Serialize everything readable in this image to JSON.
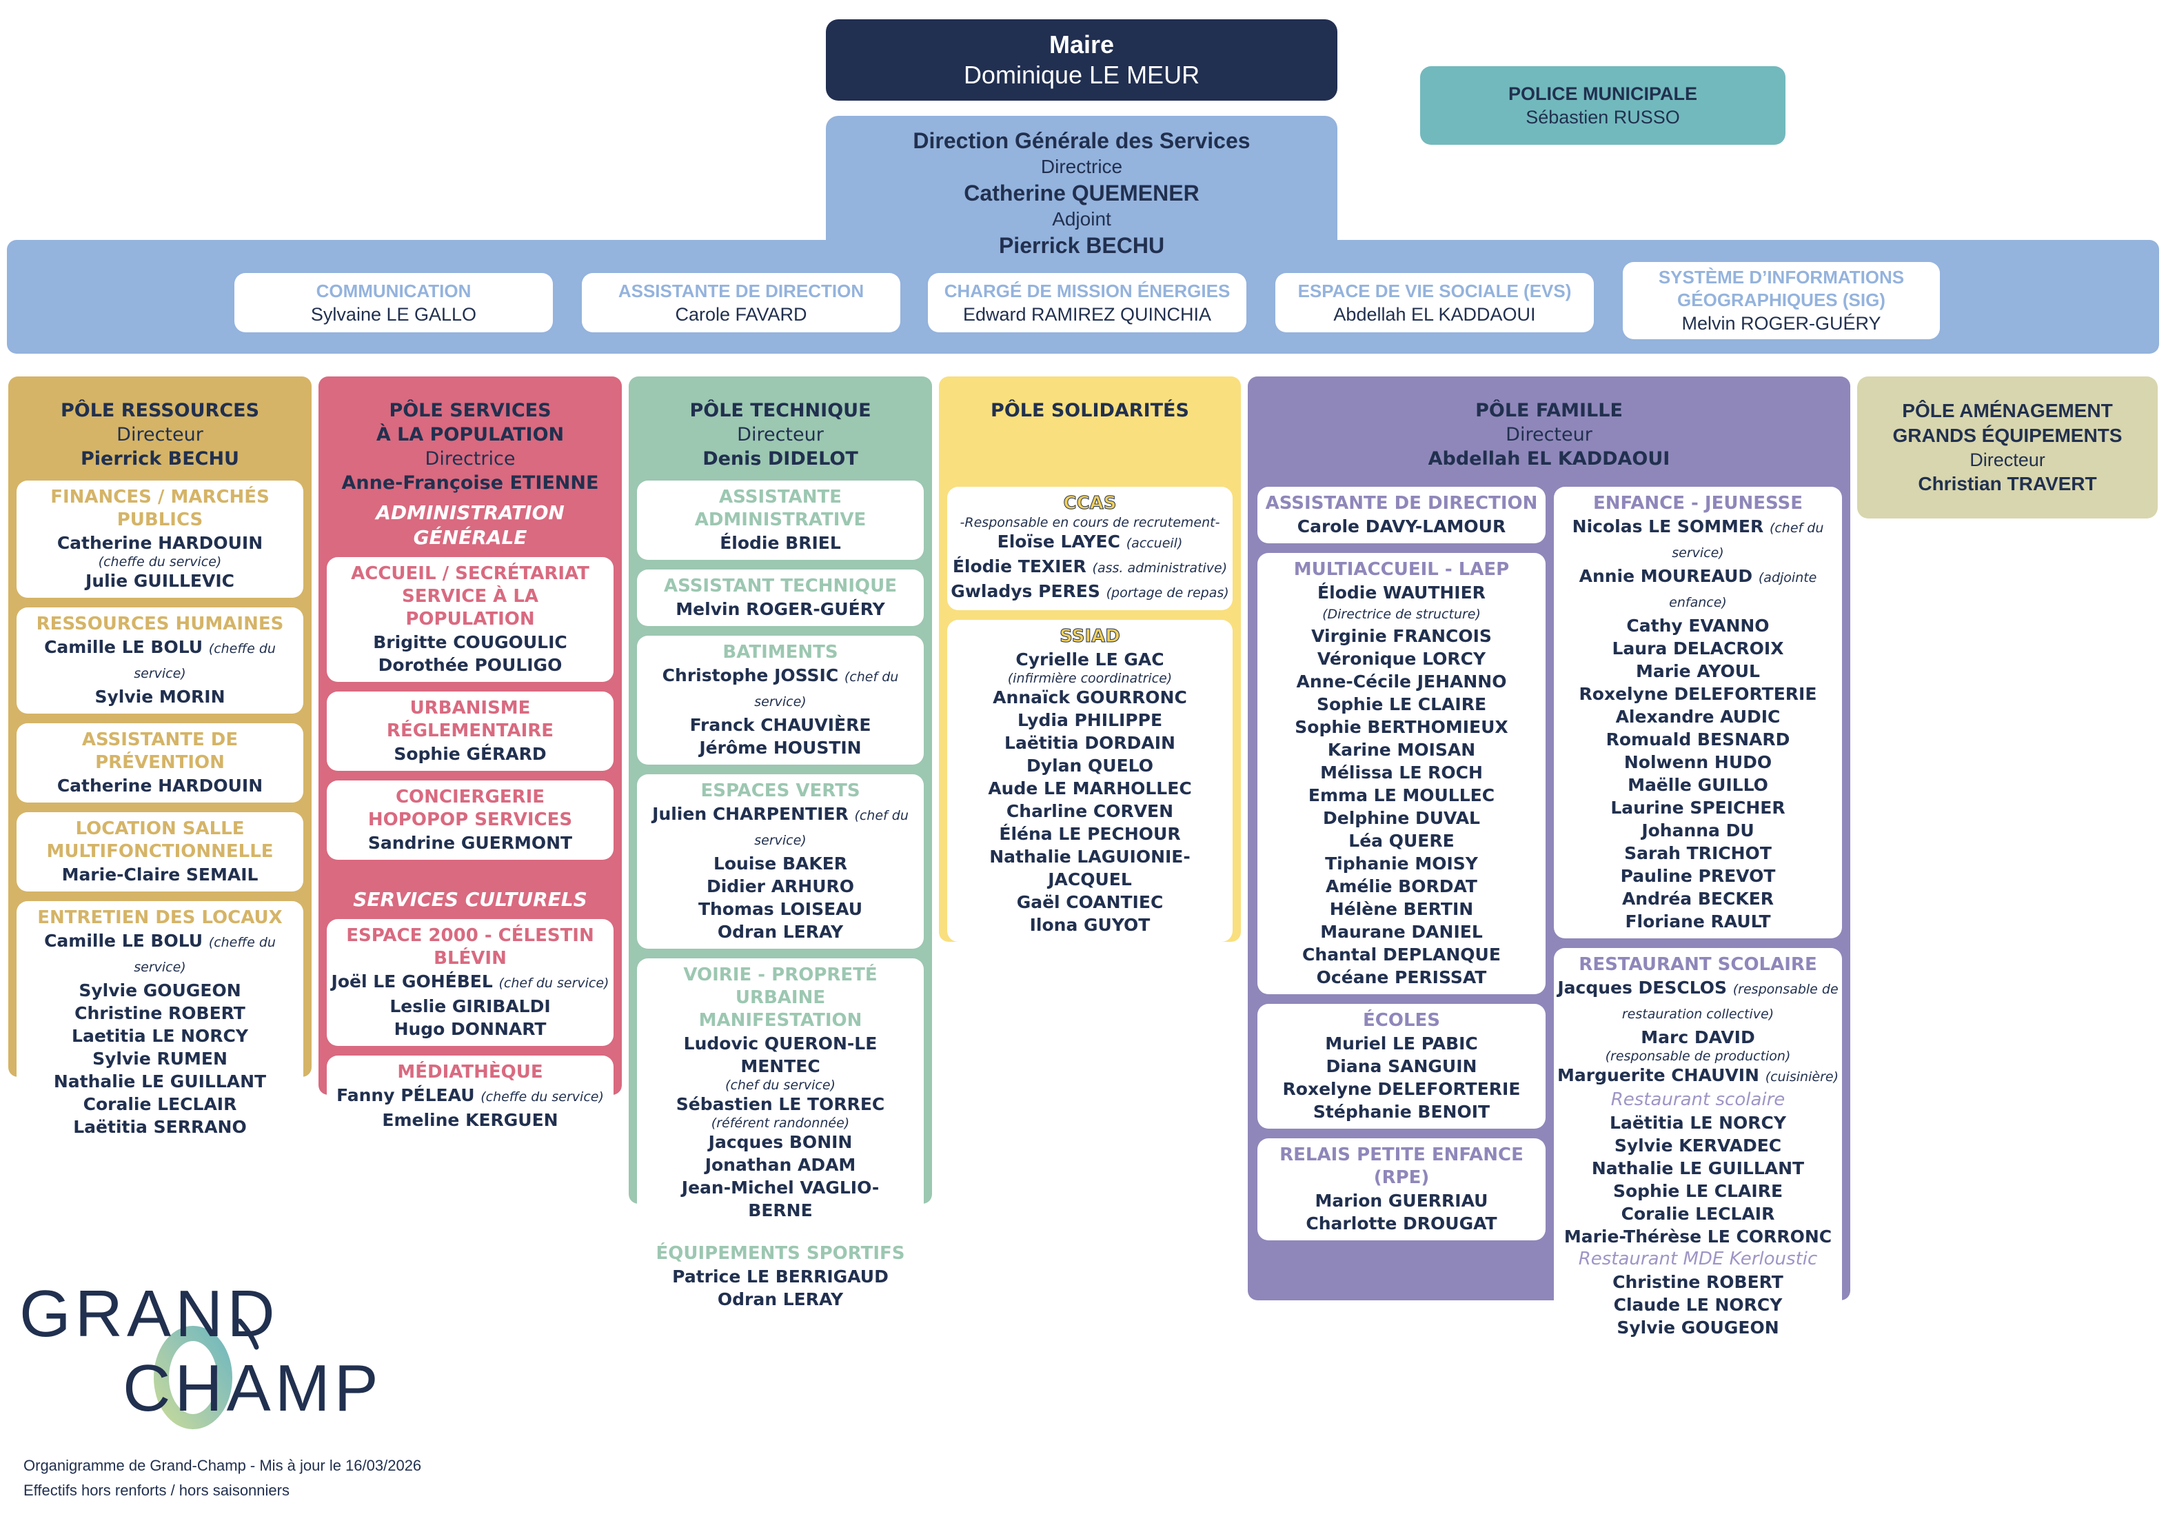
{
  "maire": {
    "title": "Maire",
    "name": "Dominique LE MEUR"
  },
  "police": {
    "title": "POLICE MUNICIPALE",
    "name": "Sébastien RUSSO"
  },
  "dgs": {
    "title": "Direction Générale des Services",
    "role1": "Directrice",
    "name1": "Catherine QUEMENER",
    "role2": "Adjoint",
    "name2": "Pierrick BECHU",
    "cards": [
      {
        "title": "COMMUNICATION",
        "name": "Sylvaine LE GALLO"
      },
      {
        "title": "ASSISTANTE DE DIRECTION",
        "name": "Carole FAVARD"
      },
      {
        "title": "CHARGÉ DE MISSION ÉNERGIES",
        "name": "Edward RAMIREZ QUINCHIA"
      },
      {
        "title": "ESPACE DE VIE SOCIALE (EVS)",
        "name": "Abdellah EL KADDAOUI"
      },
      {
        "title": "SYSTÈME D’INFORMATIONS GÉOGRAPHIQUES (SIG)",
        "name": "Melvin ROGER-GUÉRY"
      }
    ]
  },
  "poles": {
    "ressources": {
      "title": "PÔLE RESSOURCES",
      "role": "Directeur",
      "name": "Pierrick BECHU",
      "services": [
        {
          "title": "FINANCES / MARCHÉS PUBLICS",
          "people": [
            "Catherine HARDOUIN",
            "Julie GUILLEVIC"
          ],
          "notes": [
            "(cheffe du service)"
          ]
        },
        {
          "title": "RESSOURCES HUMAINES",
          "people": [
            "Camille LE BOLU",
            "Sylvie MORIN"
          ],
          "notes": [
            "(cheffe du service)"
          ]
        },
        {
          "title": "ASSISTANTE DE PRÉVENTION",
          "people": [
            "Catherine HARDOUIN"
          ]
        },
        {
          "title": "LOCATION SALLE MULTIFONCTIONNELLE",
          "people": [
            "Marie-Claire SEMAIL"
          ]
        },
        {
          "title": "ENTRETIEN DES LOCAUX",
          "people": [
            "Camille LE BOLU",
            "Sylvie GOUGEON",
            "Christine ROBERT",
            "Laetitia LE NORCY",
            "Sylvie RUMEN",
            "Nathalie LE GUILLANT",
            "Coralie LECLAIR",
            "Laëtitia SERRANO"
          ],
          "notes": [
            "(cheffe du service)"
          ]
        }
      ]
    },
    "population": {
      "title1": "PÔLE SERVICES",
      "title2": "À LA POPULATION",
      "role": "Directrice",
      "name": "Anne-Françoise ETIENNE",
      "section1": "ADMINISTRATION GÉNÉRALE",
      "section2": "SERVICES CULTURELS",
      "services": [
        {
          "title": "ACCUEIL / SECRÉTARIAT SERVICE À LA POPULATION",
          "people": [
            "Brigitte COUGOULIC",
            "Dorothée POULIGO"
          ]
        },
        {
          "title": "URBANISME RÉGLEMENTAIRE",
          "people": [
            "Sophie GÉRARD"
          ]
        },
        {
          "title": "CONCIERGERIE HOPOPOP SERVICES",
          "people": [
            "Sandrine GUERMONT"
          ]
        },
        {
          "title": "ESPACE 2000 - CÉLESTIN BLÉVIN",
          "people": [
            "Joël LE GOHÉBEL",
            "Leslie GIRIBALDI",
            "Hugo DONNART"
          ],
          "notes": [
            "(chef du service)"
          ]
        },
        {
          "title": "MÉDIATHÈQUE",
          "people": [
            "Fanny PÉLEAU",
            "Emeline KERGUEN"
          ],
          "notes": [
            "(cheffe du service)"
          ]
        }
      ]
    },
    "technique": {
      "title": "PÔLE TECHNIQUE",
      "role": "Directeur",
      "name": "Denis DIDELOT",
      "services": [
        {
          "title": "ASSISTANTE ADMINISTRATIVE",
          "people": [
            "Élodie BRIEL"
          ]
        },
        {
          "title": "ASSISTANT TECHNIQUE",
          "people": [
            "Melvin ROGER-GUÉRY"
          ]
        },
        {
          "title": "BATIMENTS",
          "people": [
            "Christophe JOSSIC",
            "Franck CHAUVIÈRE",
            "Jérôme HOUSTIN"
          ],
          "notes": [
            "(chef du service)"
          ]
        },
        {
          "title": "ESPACES VERTS",
          "people": [
            "Julien CHARPENTIER",
            "Louise BAKER",
            "Didier ARHURO",
            "Thomas LOISEAU",
            "Odran LERAY"
          ],
          "notes": [
            "(chef du service)"
          ]
        },
        {
          "title": "VOIRIE - PROPRETÉ URBAINE MANIFESTATION",
          "people": [
            "Ludovic QUERON-LE MENTEC",
            "Sébastien LE TORREC",
            "Jacques BONIN",
            "Jonathan ADAM",
            "Jean-Michel VAGLIO-BERNE"
          ],
          "notes": [
            "(chef du service)",
            "(référent randonnée)"
          ]
        },
        {
          "title": "ÉQUIPEMENTS SPORTIFS",
          "people": [
            "Patrice LE BERRIGAUD",
            "Odran LERAY"
          ]
        }
      ]
    },
    "solidarites": {
      "title": "PÔLE SOLIDARITÉS",
      "services": [
        {
          "title": "CCAS",
          "recruit": "-Responsable en cours de recrutement-",
          "people": [
            "Eloïse LAYEC",
            "Élodie TEXIER",
            "Gwladys PERES"
          ],
          "notes": [
            "(accueil)",
            "(ass. administrative)",
            "(portage de repas)"
          ]
        },
        {
          "title": "SSIAD",
          "people": [
            "Cyrielle LE GAC",
            "Annaïck GOURRONC",
            "Lydia PHILIPPE",
            "Laëtitia DORDAIN",
            "Dylan QUELO",
            "Aude LE MARHOLLEC",
            "Charline CORVEN",
            "Éléna LE PECHOUR",
            "Nathalie LAGUIONIE-JACQUEL",
            "Gaël COANTIEC",
            "Ilona GUYOT"
          ],
          "notes": [
            "(infirmière coordinatrice)"
          ]
        }
      ]
    },
    "famille": {
      "title": "PÔLE FAMILLE",
      "role": "Directeur",
      "name": "Abdellah EL KADDAOUI",
      "services": [
        {
          "title": "ASSISTANTE DE DIRECTION",
          "people": [
            "Carole DAVY-LAMOUR"
          ]
        },
        {
          "title": "MULTIACCUEIL - LAEP",
          "people": [
            "Élodie WAUTHIER",
            "Virginie FRANCOIS",
            "Véronique LORCY",
            "Anne-Cécile JEHANNO",
            "Sophie LE CLAIRE",
            "Sophie BERTHOMIEUX",
            "Karine MOISAN",
            "Mélissa LE ROCH",
            "Emma LE MOULLEC",
            "Delphine DUVAL",
            "Léa QUERE",
            "Tiphanie MOISY",
            "Amélie BORDAT",
            "Hélène BERTIN",
            "Maurane DANIEL",
            "Chantal DEPLANQUE",
            "Océane PERISSAT"
          ],
          "notes": [
            "(Directrice de structure)"
          ]
        },
        {
          "title": "ÉCOLES",
          "people": [
            "Muriel LE PABIC",
            "Diana SANGUIN",
            "Roxelyne DELEFORTERIE",
            "Stéphanie BENOIT"
          ]
        },
        {
          "title": "RELAIS PETITE ENFANCE (RPE)",
          "people": [
            "Marion GUERRIAU",
            "Charlotte DROUGAT"
          ]
        },
        {
          "title": "ENFANCE - JEUNESSE",
          "people": [
            "Nicolas LE SOMMER",
            "Annie MOUREAUD",
            "Cathy EVANNO",
            "Laura DELACROIX",
            "Marie AYOUL",
            "Roxelyne DELEFORTERIE",
            "Alexandre AUDIC",
            "Romuald BESNARD",
            "Nolwenn HUDO",
            "Maëlle GUILLO",
            "Laurine SPEICHER",
            "Johanna DU",
            "Sarah TRICHOT",
            "Pauline PREVOT",
            "Andréa BECKER",
            "Floriane RAULT"
          ],
          "notes": [
            "(chef du service)",
            "(adjointe enfance)"
          ]
        },
        {
          "title": "RESTAURANT SCOLAIRE",
          "people": [
            "Jacques DESCLOS",
            "Marc DAVID",
            "Marguerite CHAUVIN",
            "Laëtitia LE NORCY",
            "Sylvie KERVADEC",
            "Nathalie LE GUILLANT",
            "Sophie LE CLAIRE",
            "Coralie LECLAIR",
            "Marie-Thérèse LE CORRONC",
            "Christine ROBERT",
            "Claude LE NORCY",
            "Sylvie GOUGEON"
          ],
          "notes": [
            "(responsable de restauration collective)",
            "(responsable de production)",
            "(cuisinière)"
          ],
          "groups": [
            "Restaurant scolaire",
            "Restaurant MDE Kerloustic"
          ]
        }
      ]
    },
    "amenagement": {
      "title1": "PÔLE AMÉNAGEMENT",
      "title2": "GRANDS ÉQUIPEMENTS",
      "role": "Directeur",
      "name": "Christian TRAVERT"
    }
  },
  "footer": {
    "logo_line1": "GRAND",
    "logo_line2": "CHAMP",
    "caption": "Organigramme de Grand-Champ - Mis à jour le 16/03/2026",
    "note": "Effectifs hors renforts / hors saisonniers"
  },
  "colors": {
    "navy": "#212f51",
    "dgs": "#94b3dd",
    "police": "#72b9bd",
    "ressources": "#d5b467",
    "population": "#d96a80",
    "technique": "#9cc7b1",
    "solidarites": "#f9df7e",
    "famille": "#8f87ba",
    "amenagement": "#d8d6ae"
  }
}
